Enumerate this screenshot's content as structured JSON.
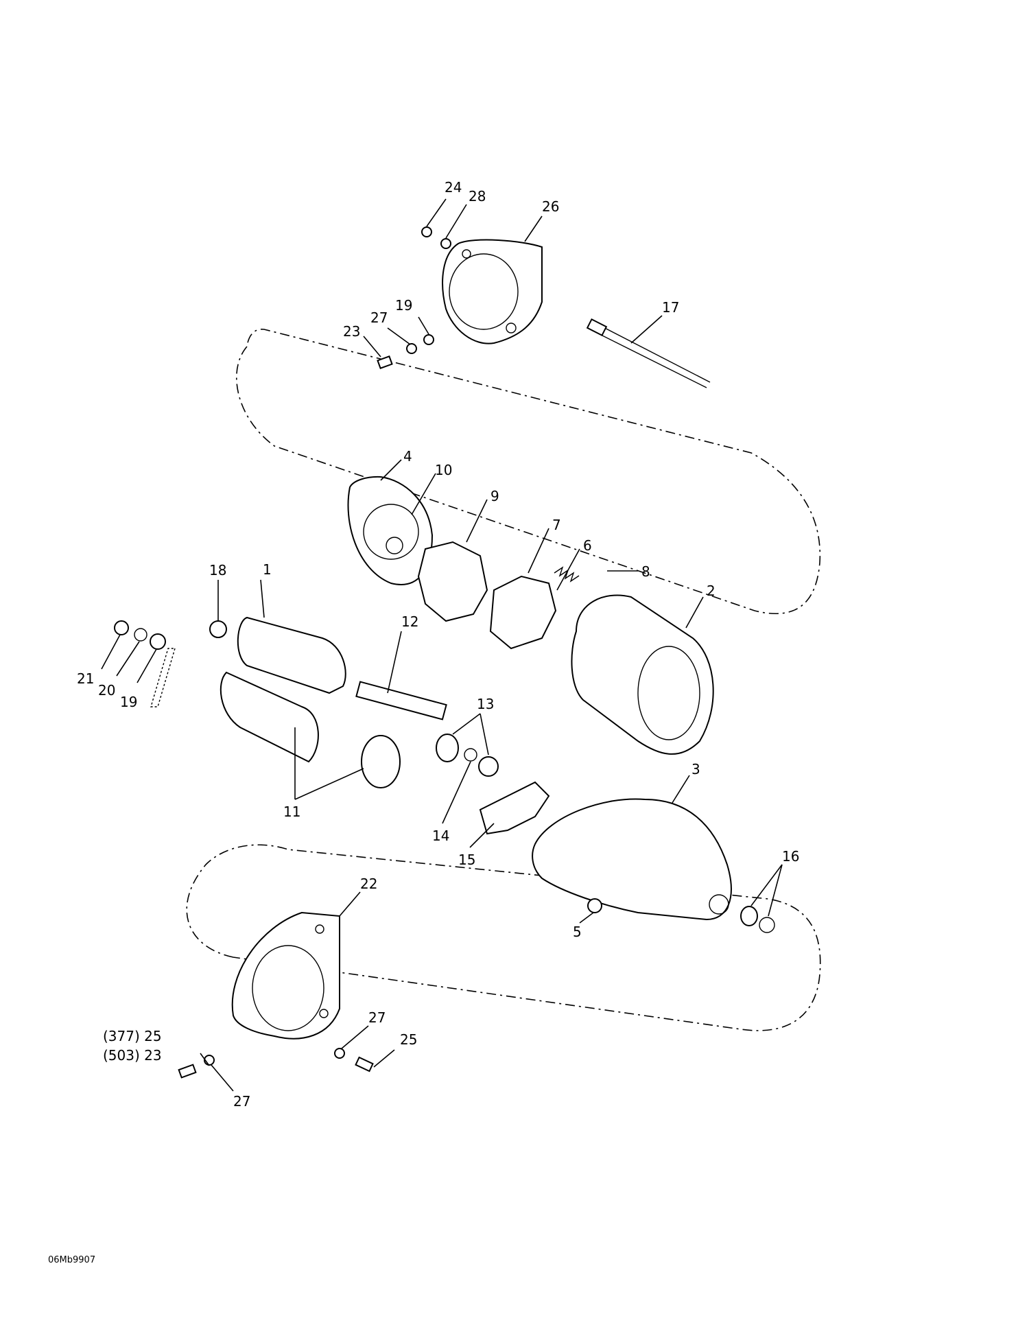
{
  "diagram_code": "06Mb9907",
  "callouts": [
    {
      "id": "c1",
      "text": "1"
    },
    {
      "id": "c2",
      "text": "2"
    },
    {
      "id": "c3",
      "text": "3"
    },
    {
      "id": "c4",
      "text": "4"
    },
    {
      "id": "c5",
      "text": "5"
    },
    {
      "id": "c6",
      "text": "6"
    },
    {
      "id": "c7",
      "text": "7"
    },
    {
      "id": "c8",
      "text": "8"
    },
    {
      "id": "c9",
      "text": "9"
    },
    {
      "id": "c10",
      "text": "10"
    },
    {
      "id": "c11",
      "text": "11"
    },
    {
      "id": "c12",
      "text": "12"
    },
    {
      "id": "c13",
      "text": "13"
    },
    {
      "id": "c14",
      "text": "14"
    },
    {
      "id": "c15",
      "text": "15"
    },
    {
      "id": "c16",
      "text": "16"
    },
    {
      "id": "c17",
      "text": "17"
    },
    {
      "id": "c18",
      "text": "18"
    },
    {
      "id": "c19a",
      "text": "19"
    },
    {
      "id": "c19b",
      "text": "19"
    },
    {
      "id": "c20",
      "text": "20"
    },
    {
      "id": "c21",
      "text": "21"
    },
    {
      "id": "c22",
      "text": "22"
    },
    {
      "id": "c23",
      "text": "23"
    },
    {
      "id": "c24",
      "text": "24"
    },
    {
      "id": "c25a",
      "text": "(377) 25"
    },
    {
      "id": "c23b",
      "text": "(503) 23"
    },
    {
      "id": "c25b",
      "text": "25"
    },
    {
      "id": "c26",
      "text": "26"
    },
    {
      "id": "c27a",
      "text": "27"
    },
    {
      "id": "c27b",
      "text": "27"
    },
    {
      "id": "c27c",
      "text": "27"
    },
    {
      "id": "c28",
      "text": "28"
    }
  ]
}
